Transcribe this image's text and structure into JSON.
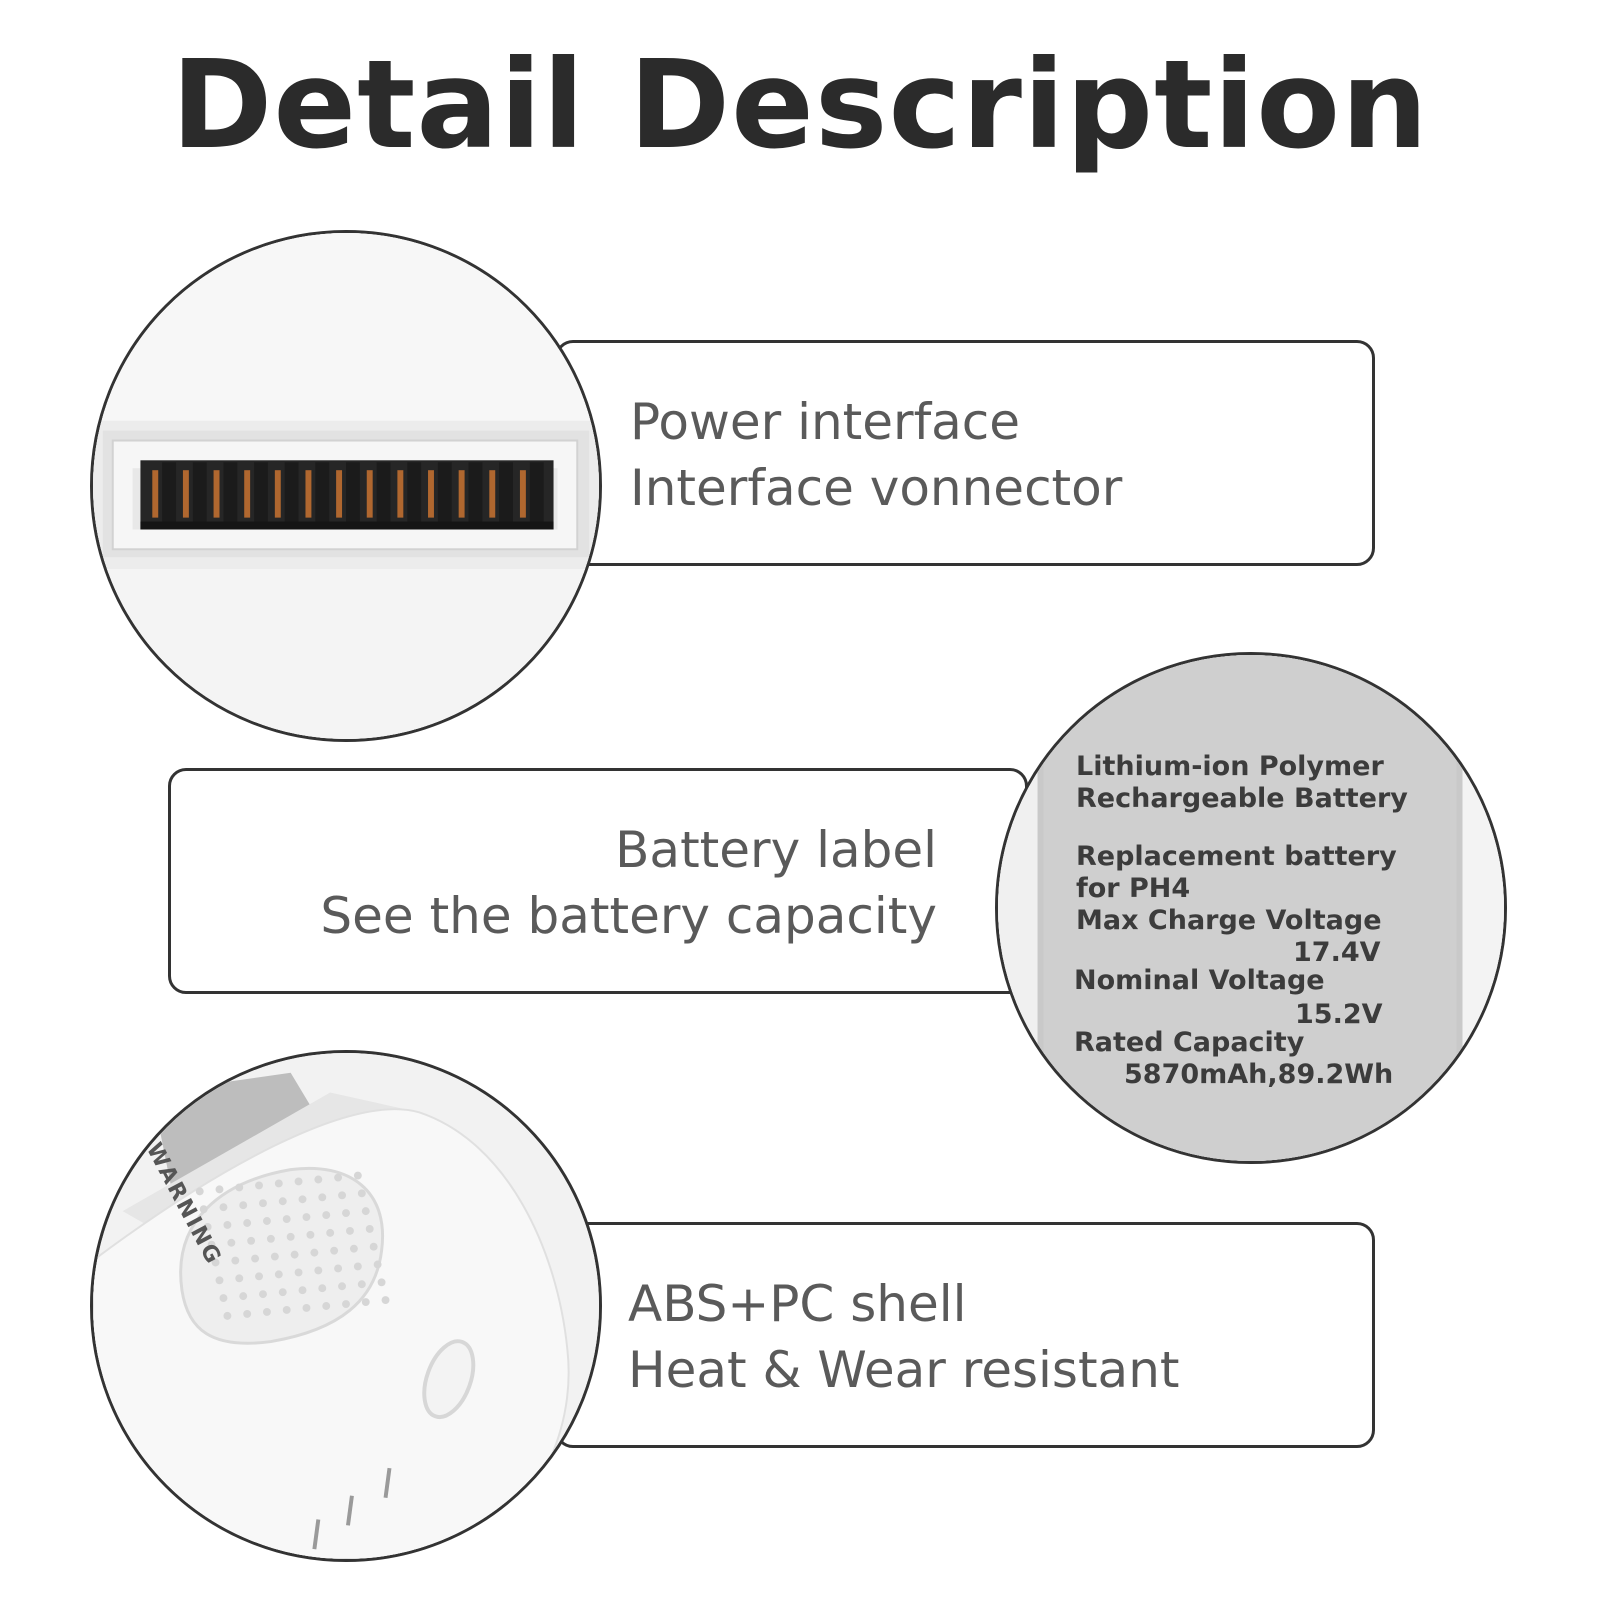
{
  "title": "Detail Description",
  "features": [
    {
      "line1": "Power interface",
      "line2": "Interface vonnector",
      "icon": "battery-connector-closeup"
    },
    {
      "line1": "Battery label",
      "line2": "See the battery capacity",
      "icon": "battery-label-closeup"
    },
    {
      "line1": "ABS+PC shell",
      "line2": "Heat & Wear resistant",
      "icon": "battery-shell-closeup"
    }
  ],
  "battery_label": {
    "type_line1": "Lithium-ion Polymer",
    "type_line2": "Rechargeable Battery",
    "replacement_line1": "Replacement battery",
    "replacement_line2": "for PH4",
    "max_charge_label": "Max Charge Voltage",
    "max_charge_value": "17.4V",
    "nominal_label": "Nominal Voltage",
    "nominal_value": "15.2V",
    "capacity_label": "Rated Capacity",
    "capacity_value": "5870mAh,89.2Wh"
  },
  "shell_warning_text": "WARNING"
}
